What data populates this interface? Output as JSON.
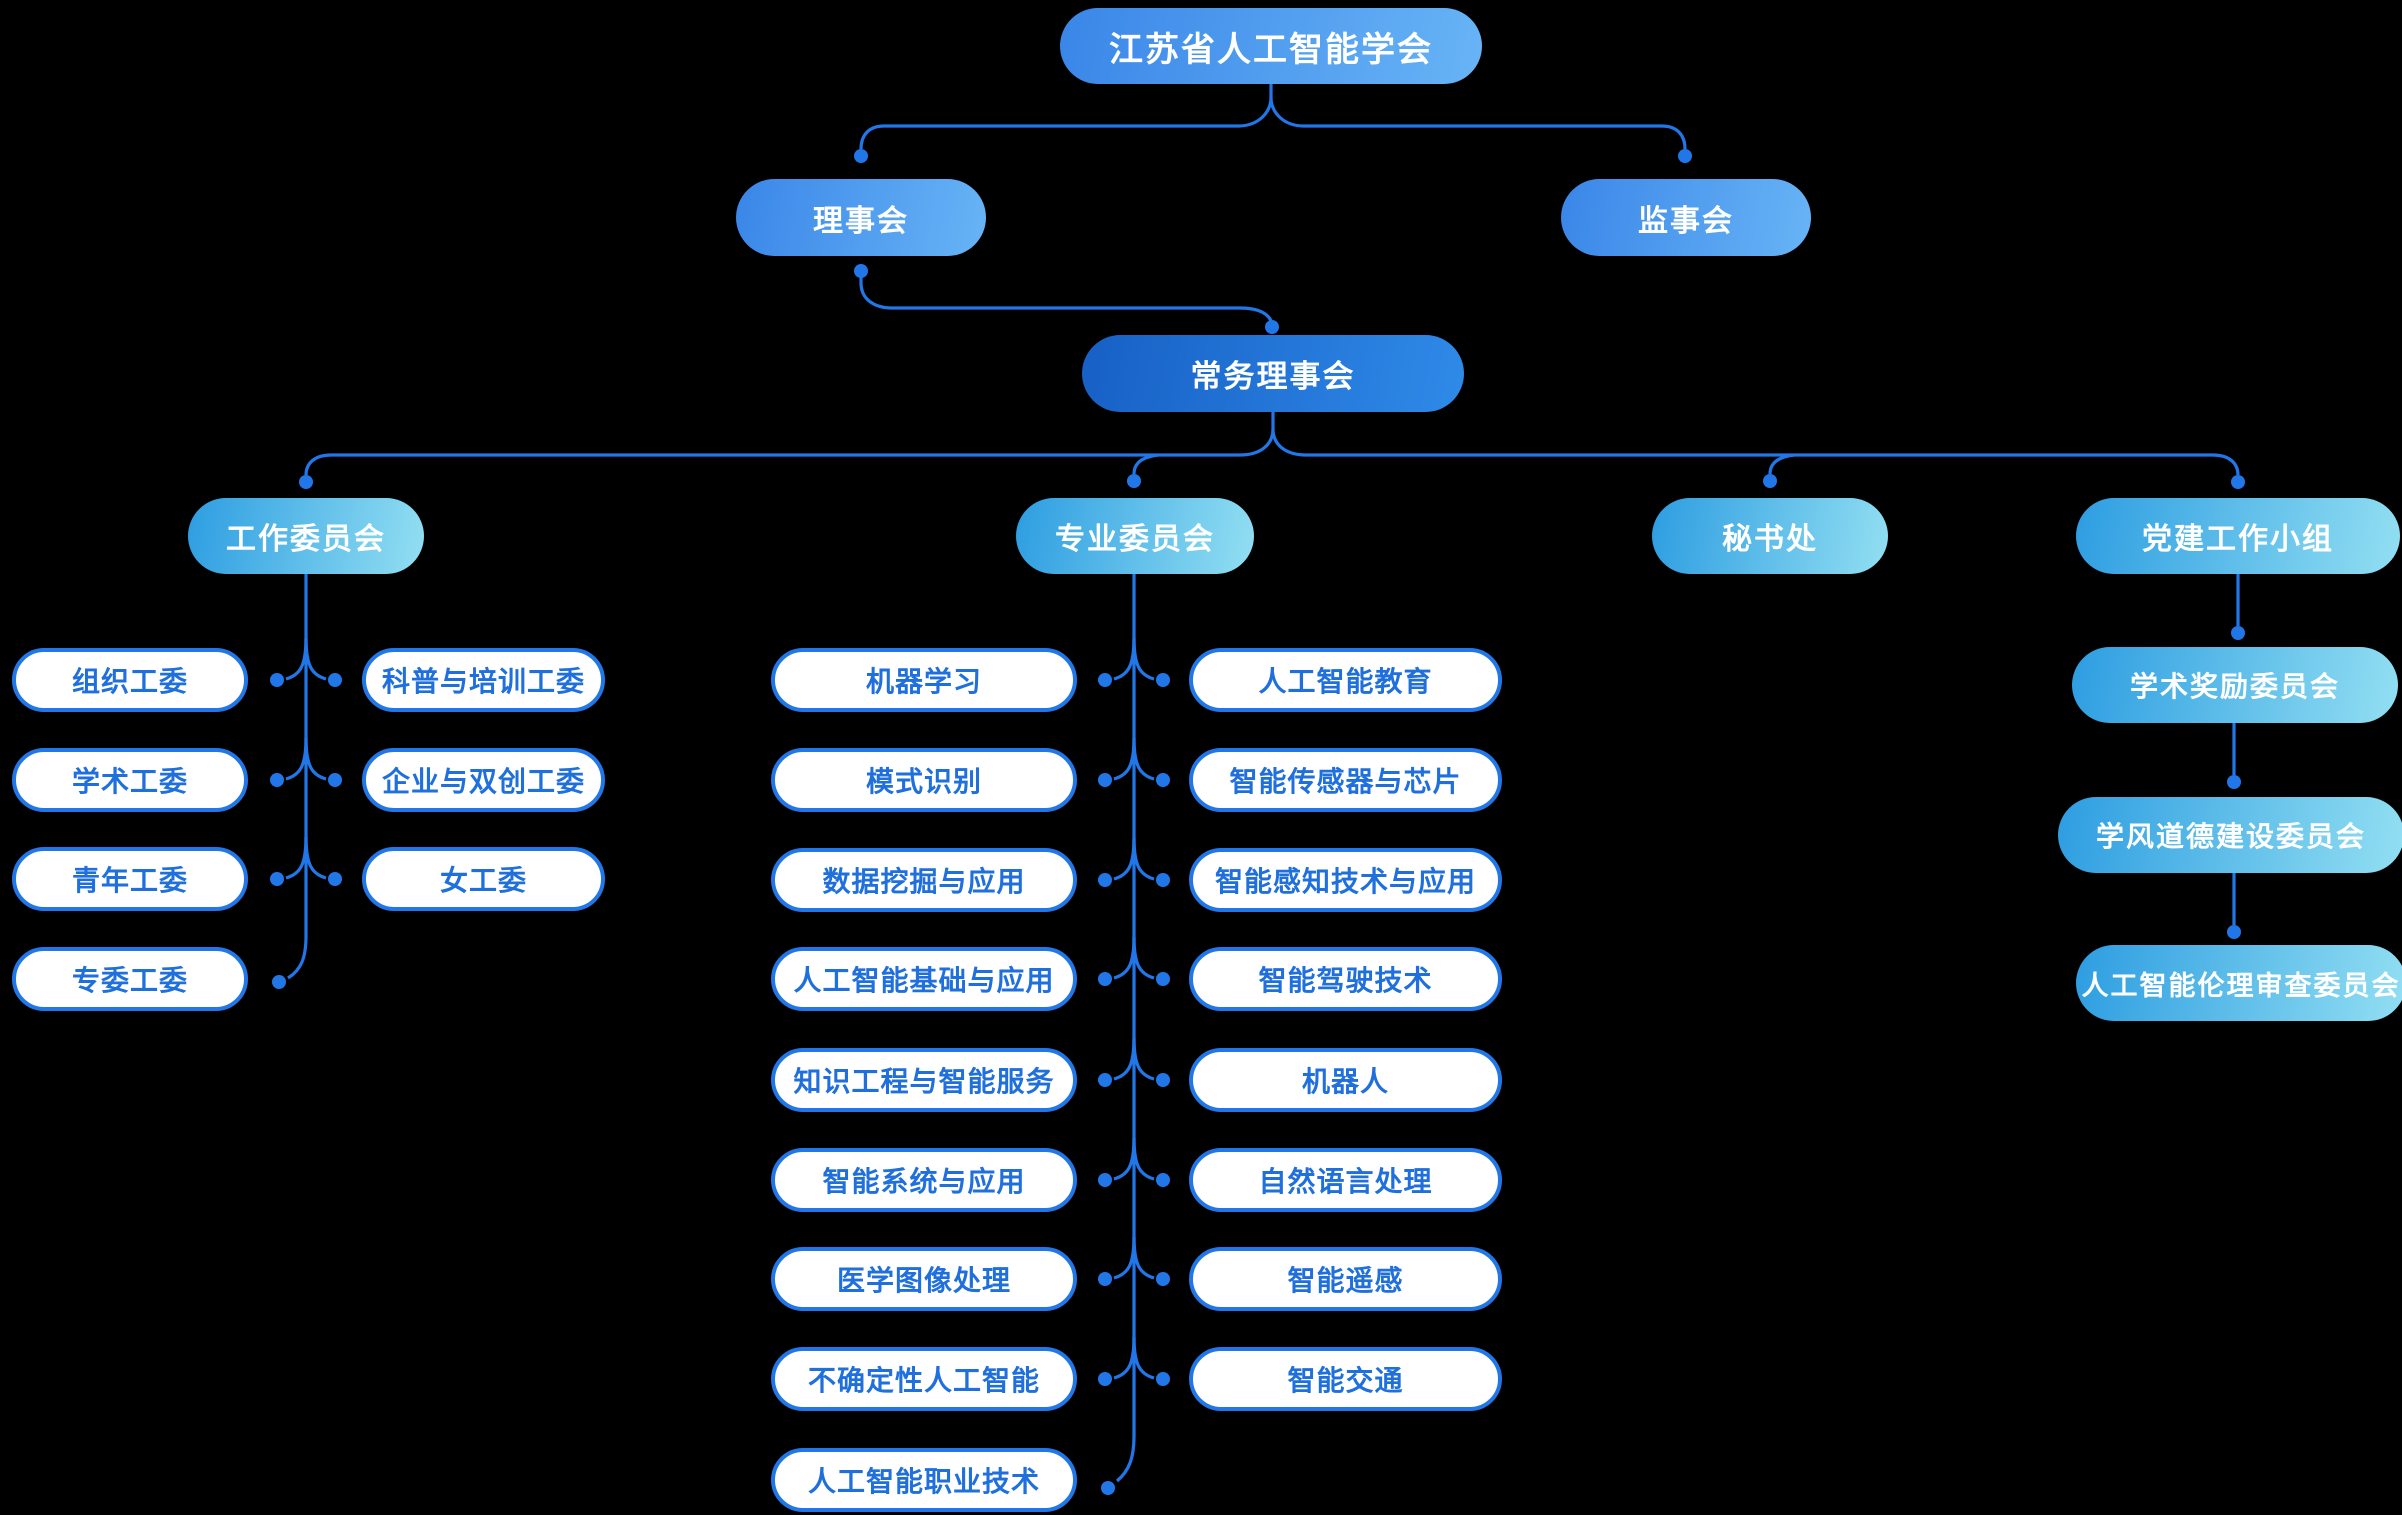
{
  "nodes": {
    "root": "江苏省人工智能学会",
    "board": "理事会",
    "supervisors": "监事会",
    "standing": "常务理事会"
  },
  "branches": {
    "working": {
      "label": "工作委员会",
      "left": [
        "组织工委",
        "学术工委",
        "青年工委",
        "专委工委"
      ],
      "right": [
        "科普与培训工委",
        "企业与双创工委",
        "女工委"
      ]
    },
    "professional": {
      "label": "专业委员会",
      "left": [
        "机器学习",
        "模式识别",
        "数据挖掘与应用",
        "人工智能基础与应用",
        "知识工程与智能服务",
        "智能系统与应用",
        "医学图像处理",
        "不确定性人工智能",
        "人工智能职业技术"
      ],
      "right": [
        "人工智能教育",
        "智能传感器与芯片",
        "智能感知技术与应用",
        "智能驾驶技术",
        "机器人",
        "自然语言处理",
        "智能遥感",
        "智能交通"
      ]
    },
    "secretariat": {
      "label": "秘书处"
    },
    "party": {
      "label": "党建工作小组",
      "children": [
        "学术奖励委员会",
        "学风道德建设委员会",
        "人工智能伦理审查委员会"
      ]
    }
  },
  "colors": {
    "background": "#000000",
    "connector": "#2277e8",
    "white_box_border": "#2277e8",
    "white_box_text": "#1f6fdd",
    "gradient_blue": [
      "#3a86e8",
      "#68b4f6"
    ],
    "gradient_dark_blue": [
      "#1760c5",
      "#2f8ae8"
    ],
    "gradient_cyan": [
      "#2d9de1",
      "#92dff2"
    ],
    "node_text": "#ffffff"
  }
}
